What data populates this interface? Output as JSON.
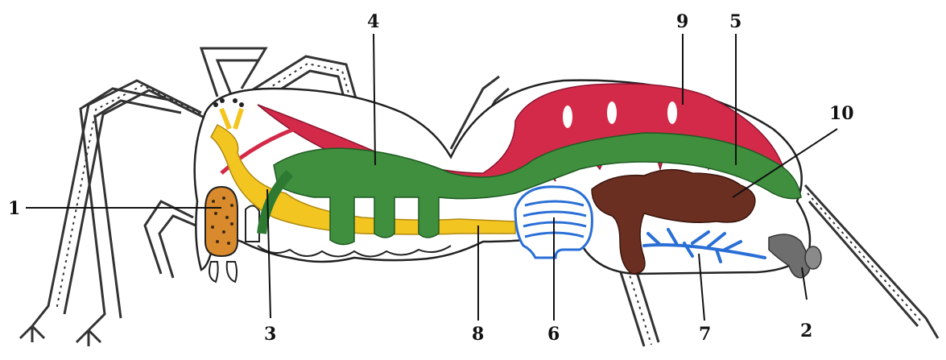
{
  "labels": {
    "l1": "1",
    "l2": "2",
    "l3": "3",
    "l4": "4",
    "l5": "5",
    "l6": "6",
    "l7": "7",
    "l8": "8",
    "l9": "9",
    "l10": "10"
  },
  "colors": {
    "outline": "#222222",
    "red": "#d42a4a",
    "green": "#3f8f3f",
    "yellow": "#f3c521",
    "orange": "#d98a2c",
    "blue": "#2a6fd6",
    "brown": "#6b2f22",
    "gray": "#6e6e6e"
  }
}
